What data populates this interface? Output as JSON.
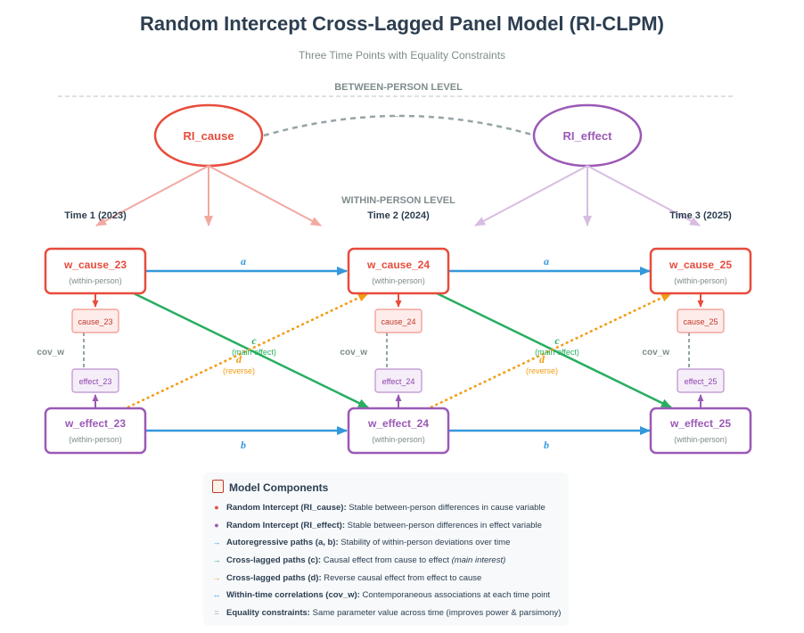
{
  "title": "Random Intercept Cross-Lagged Panel Model (RI-CLPM)",
  "subtitle": "Three Time Points with Equality Constraints",
  "levels": {
    "between": "BETWEEN-PERSON LEVEL",
    "within": "WITHIN-PERSON LEVEL"
  },
  "random_intercepts": {
    "cause": "RI_cause",
    "effect": "RI_effect",
    "covariance": "~~"
  },
  "time_points": [
    "Time 1 (2023)",
    "Time 2 (2024)",
    "Time 3 (2025)"
  ],
  "within_cause_nodes": [
    {
      "label": "w_cause_23",
      "sub": "(within-person)"
    },
    {
      "label": "w_cause_24",
      "sub": "(within-person)"
    },
    {
      "label": "w_cause_25",
      "sub": "(within-person)"
    }
  ],
  "within_effect_nodes": [
    {
      "label": "w_effect_23",
      "sub": "(within-person)"
    },
    {
      "label": "w_effect_24",
      "sub": "(within-person)"
    },
    {
      "label": "w_effect_25",
      "sub": "(within-person)"
    }
  ],
  "observed_cause": [
    "cause_23",
    "cause_24",
    "cause_25"
  ],
  "observed_effect": [
    "effect_23",
    "effect_24",
    "effect_25"
  ],
  "paths": {
    "a": "a",
    "b": "b",
    "c": "c",
    "d": "d",
    "c_note": "(main effect)",
    "d_note": "(reverse)",
    "cov": "cov_w"
  },
  "colors": {
    "cause": "#e74c3c",
    "effect": "#9b59b6",
    "autoregressive": "#3498db",
    "cross_c": "#27ae60",
    "cross_d": "#f39c12",
    "covariance": "#95a5a6",
    "text": "#2c3e50"
  },
  "components": {
    "heading": "Model Components",
    "items": [
      {
        "marker": "●",
        "color": "#e74c3c",
        "bold": "Random Intercept (RI_cause):",
        "text": " Stable between-person differences in cause variable"
      },
      {
        "marker": "●",
        "color": "#9b59b6",
        "bold": "Random Intercept (RI_effect):",
        "text": " Stable between-person differences in effect variable"
      },
      {
        "marker": "→",
        "color": "#3498db",
        "bold": "Autoregressive paths (a, b):",
        "text": " Stability of within-person deviations over time"
      },
      {
        "marker": "→",
        "color": "#27ae60",
        "bold": "Cross-lagged paths (c):",
        "text": " Causal effect from cause to effect ",
        "italic": "(main interest)"
      },
      {
        "marker": "→",
        "color": "#f39c12",
        "bold": "Cross-lagged paths (d):",
        "text": " Reverse causal effect from effect to cause"
      },
      {
        "marker": "↔",
        "color": "#3498db",
        "bold": "Within-time correlations (cov_w):",
        "text": " Contemporaneous associations at each time point"
      },
      {
        "marker": "=",
        "color": "#95a5a6",
        "bold": "Equality constraints:",
        "text": " Same parameter value across time (improves power & parsimony)"
      }
    ]
  }
}
